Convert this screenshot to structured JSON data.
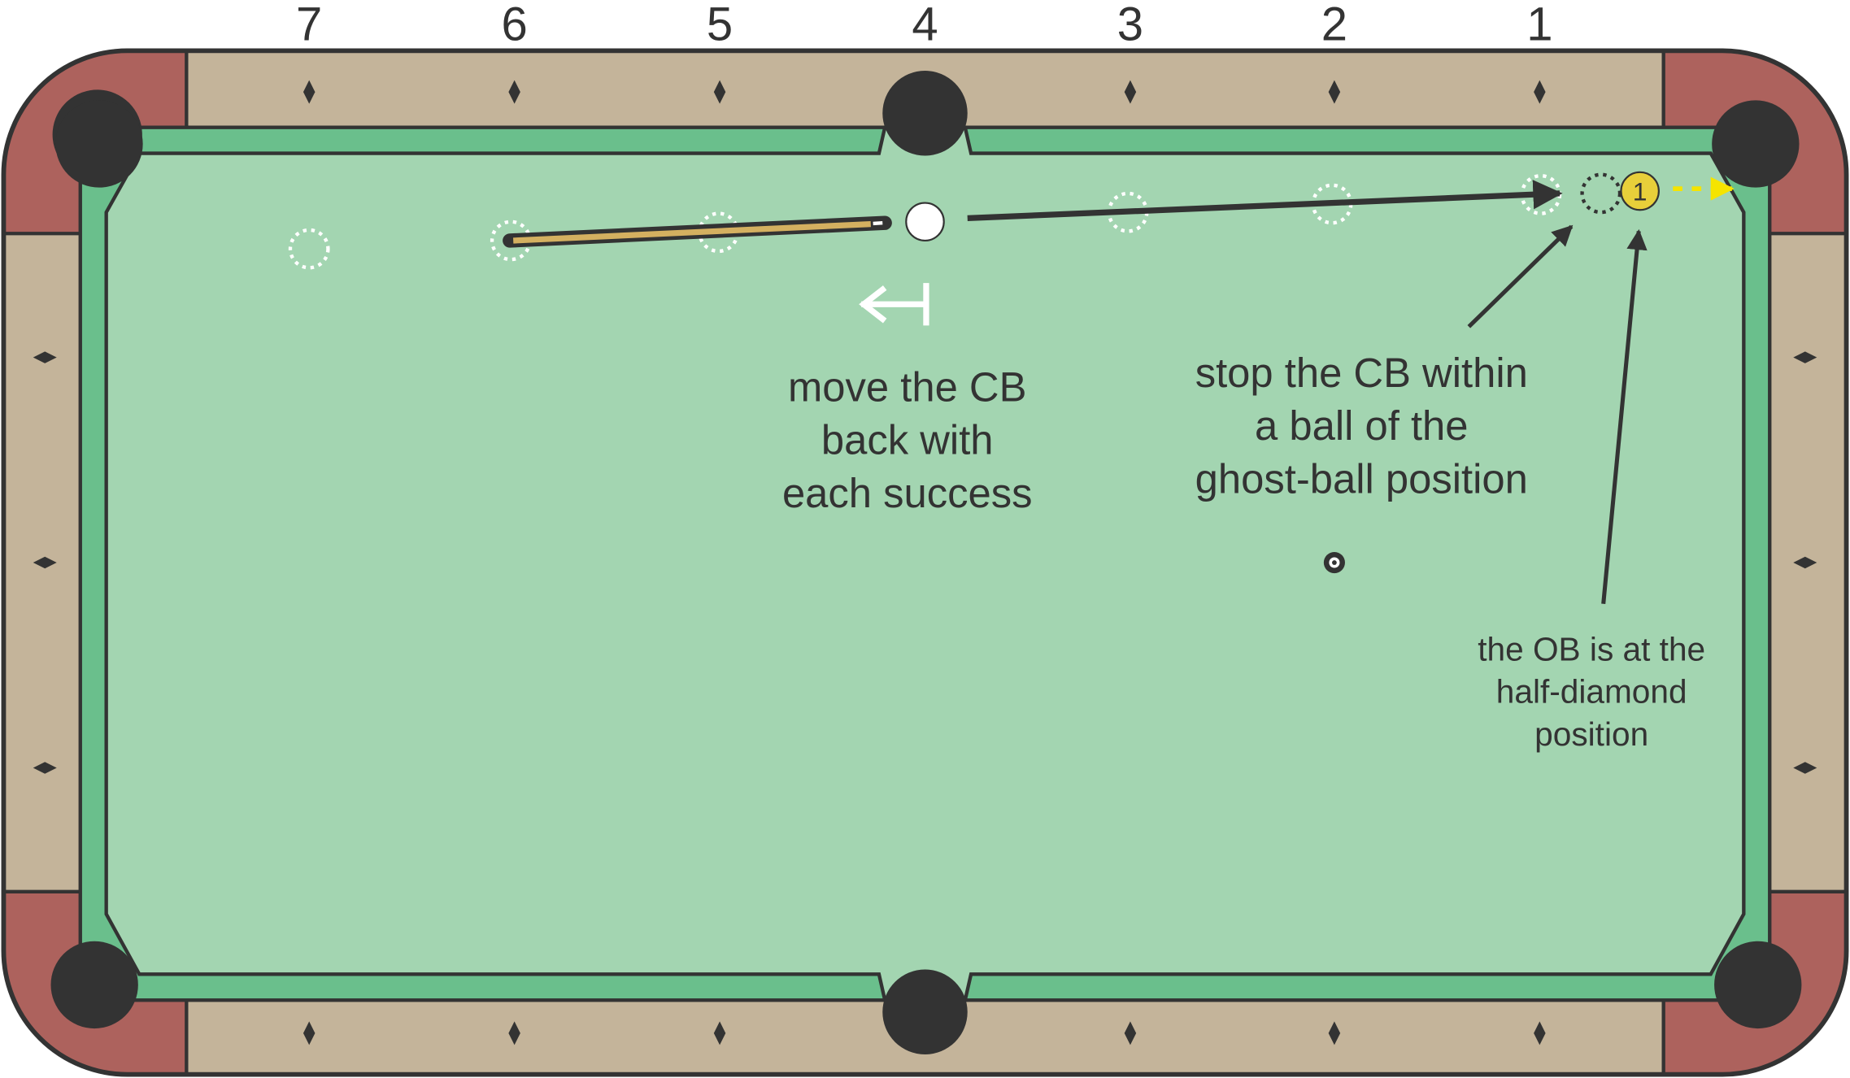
{
  "diamond_numbers": [
    "7",
    "6",
    "5",
    "4",
    "3",
    "2",
    "1"
  ],
  "object_ball": {
    "number": "1",
    "color": "#e8cf3a"
  },
  "labels": {
    "move_cb": [
      "move the CB",
      "back with",
      "each success"
    ],
    "stop_cb": [
      "stop the CB within",
      "a ball of the",
      "ghost-ball position"
    ],
    "ob_position": [
      "the OB is at the",
      "half-diamond",
      "position"
    ]
  },
  "colors": {
    "felt": "#a3d5b1",
    "cushion": "#6abf8c",
    "rail": "#c4b49a",
    "rail_corner": "#ad625d",
    "pocket": "#333333",
    "cue": "#d4b060",
    "path_arrow": "#333333",
    "ob_path": "#f5e400"
  }
}
